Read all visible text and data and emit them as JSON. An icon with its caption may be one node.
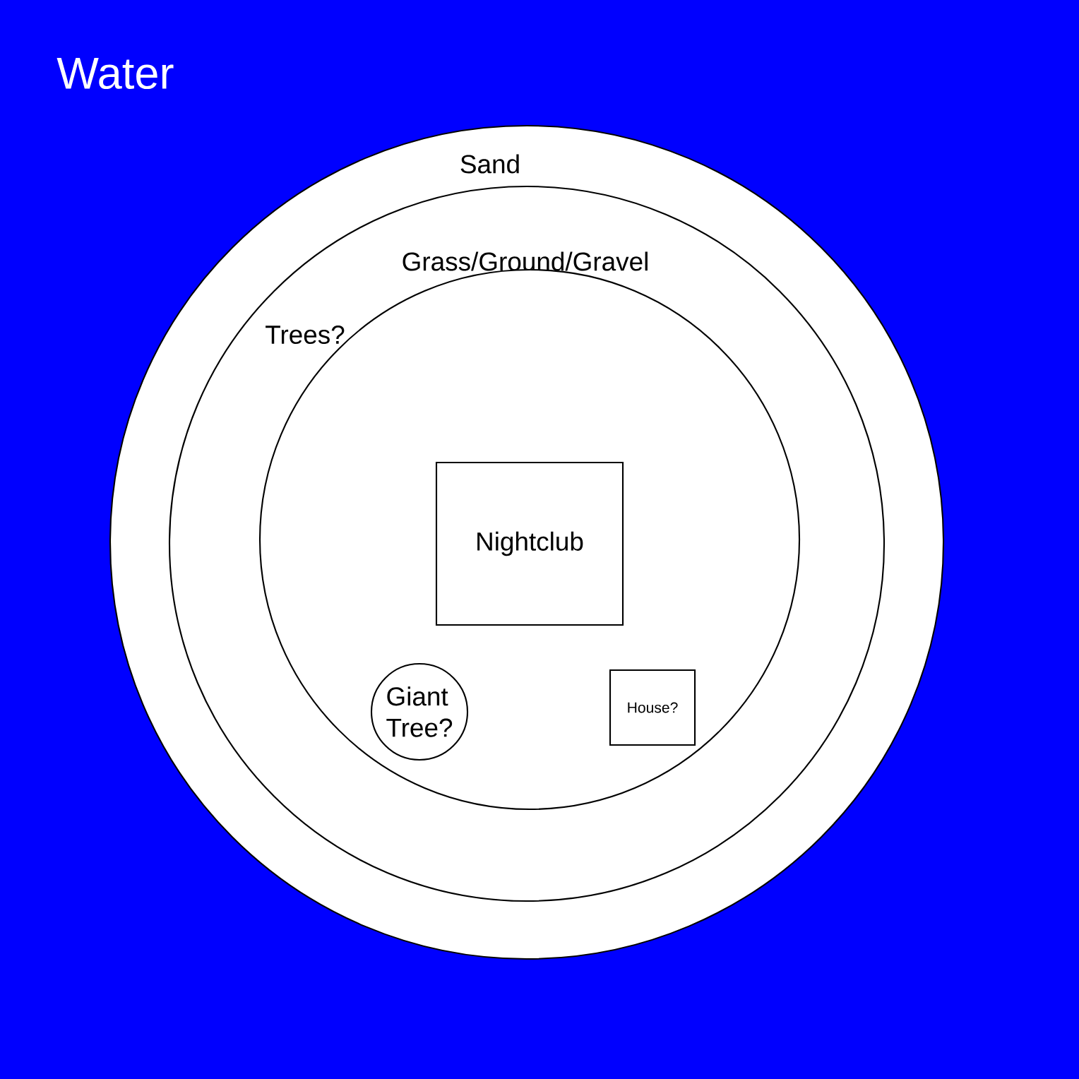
{
  "diagram": {
    "nodes": [
      {
        "text": [
          "Water"
        ]
      },
      {
        "text": [
          "Sand"
        ],
        "in": 0
      },
      {
        "text": [
          "Grass/Ground/Gravel",
          "Trees?"
        ],
        "in": 1
      },
      {
        "text": [],
        "shape": "circle",
        "in": 2
      },
      {
        "text": [
          "Nightclub"
        ],
        "in": 3
      },
      {
        "text": [
          "Giant Tree?"
        ],
        "in": 3
      },
      {
        "text": [
          "House?"
        ],
        "in": 3
      }
    ]
  }
}
